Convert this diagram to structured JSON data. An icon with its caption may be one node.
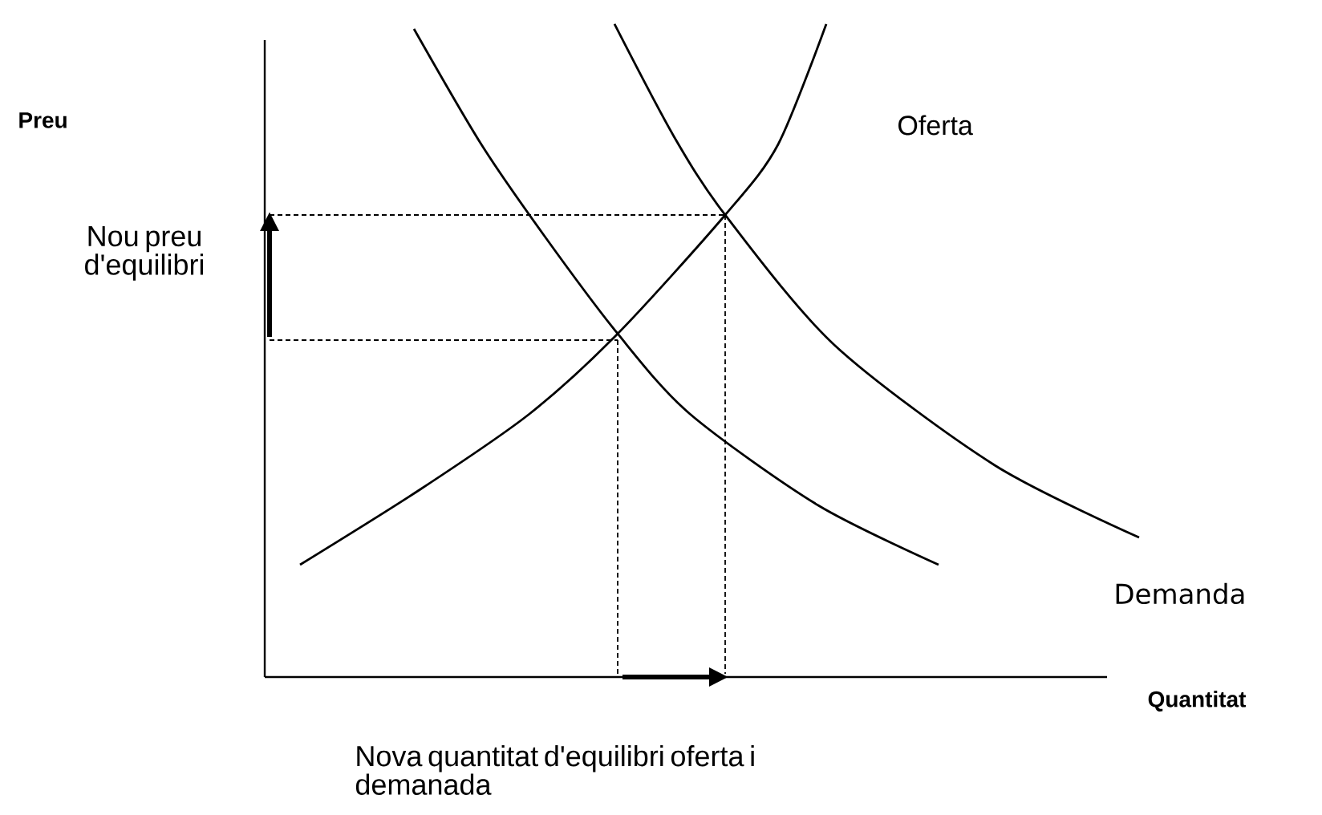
{
  "diagram": {
    "labels": [
      "Preu",
      "Oferta",
      "Nou preu d'equilibri",
      "Demanda",
      "Quantitat",
      "Nova quantitat d'equilibri oferta i demanada"
    ]
  }
}
